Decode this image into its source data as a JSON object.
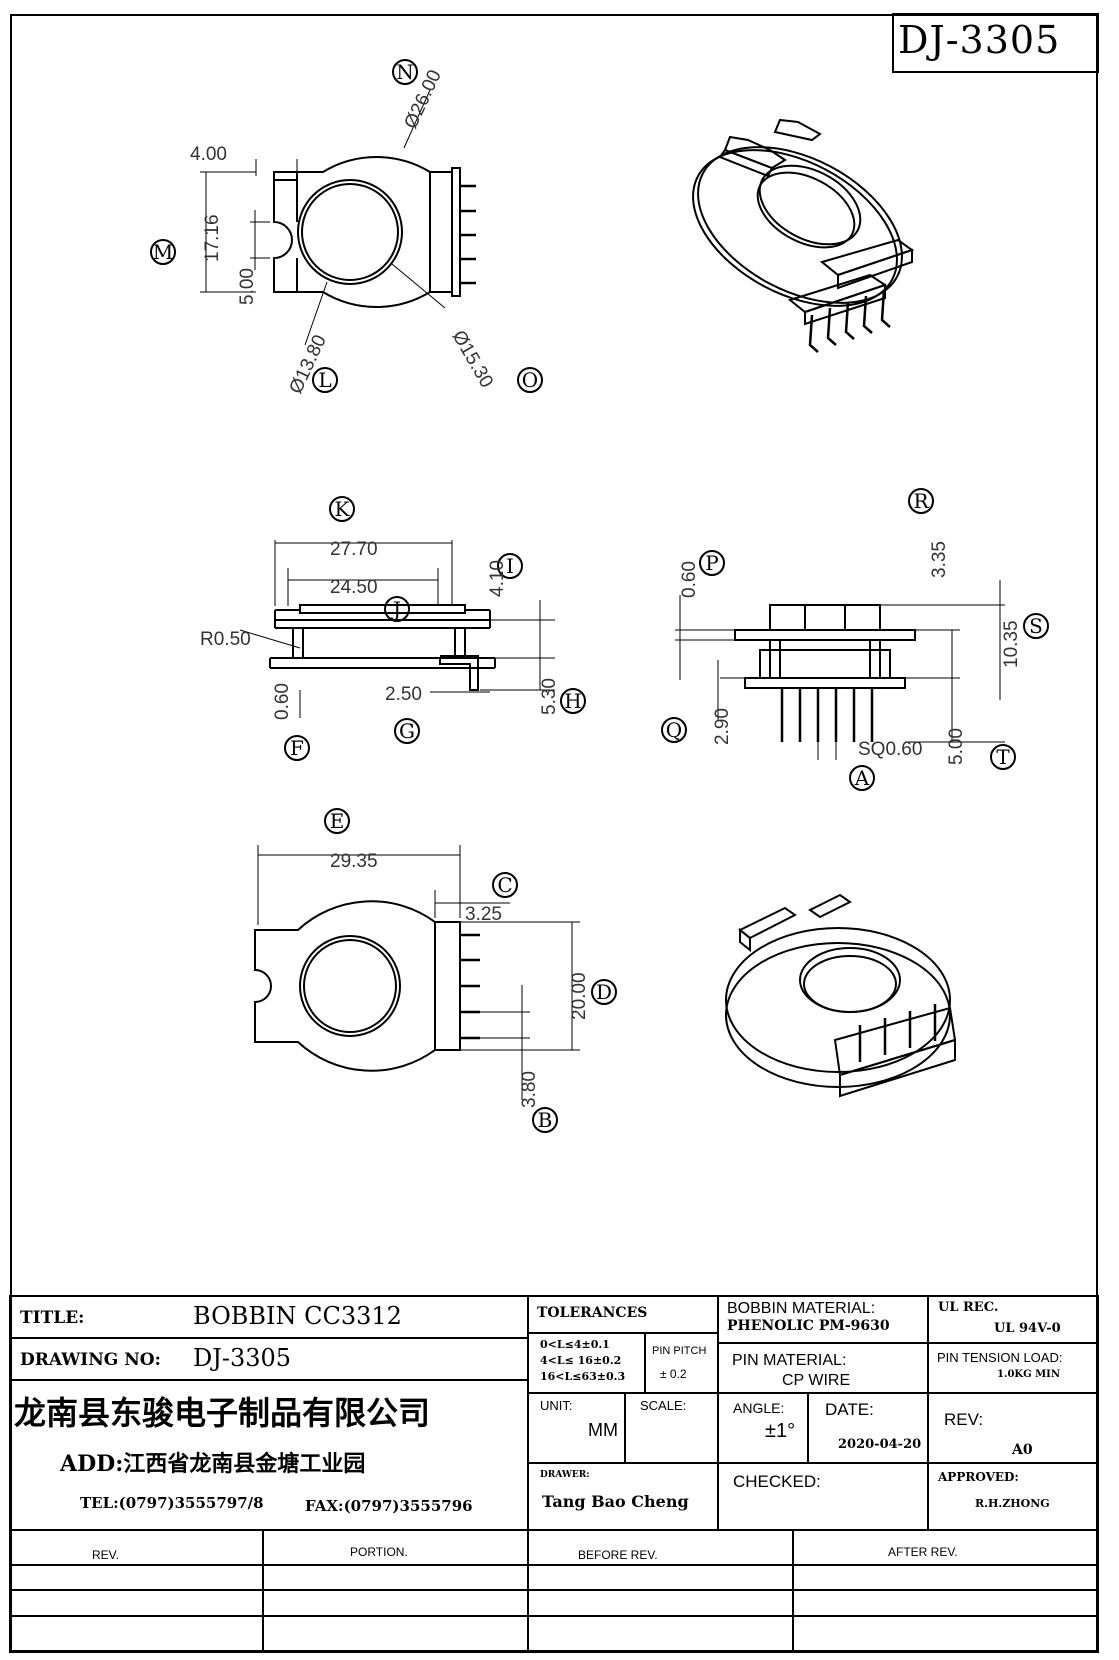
{
  "drawing_no_box": "DJ-3305",
  "dimensions": {
    "n_dia": "Ø26.00",
    "l_dia": "Ø13.80",
    "o_dia": "Ø15.30",
    "m_top": "4.00",
    "m_height": "17.16",
    "m_slot": "5.00",
    "k_outer": "27.70",
    "k_inner": "24.50",
    "radius": "R0.50",
    "i_height": "4.10",
    "h_height": "5.30",
    "g_pin": "2.50",
    "f_thick": "0.60",
    "p_thick": "0.60",
    "r_top": "3.35",
    "s_height": "10.35",
    "q_pin": "2.90",
    "a_sq": "SQ0.60",
    "t_pin": "5.00",
    "e_width": "29.35",
    "c_width": "3.25",
    "d_height": "20.00",
    "b_pitch": "3.80"
  },
  "callouts": [
    "N",
    "M",
    "L",
    "O",
    "K",
    "I",
    "J",
    "H",
    "G",
    "F",
    "R",
    "P",
    "S",
    "Q",
    "A",
    "T",
    "E",
    "C",
    "D",
    "B"
  ],
  "title_block": {
    "title_label": "TITLE:",
    "title_value": "BOBBIN CC3312",
    "drawing_no_label": "DRAWING NO:",
    "drawing_no_value": "DJ-3305",
    "company": "龙南县东骏电子制品有限公司",
    "address": "ADD:江西省龙南县金塘工业园",
    "tel": "TEL:(0797)3555797/8",
    "fax": "FAX:(0797)3555796",
    "tolerances_label": "TOLERANCES",
    "tol_1": "0<L≤4±0.1",
    "tol_2": "4<L≤  16±0.2",
    "tol_3": "16<L≤63±0.3",
    "pin_pitch_label": "PIN PITCH",
    "pin_pitch_value": "± 0.2",
    "unit_label": "UNIT:",
    "unit_value": "MM",
    "scale_label": "SCALE:",
    "drawer_label": "DRAWER:",
    "drawer_value": "Tang Bao Cheng",
    "bobbin_material_label": "BOBBIN MATERIAL:",
    "bobbin_material_value": "PHENOLIC  PM-9630",
    "pin_material_label": "PIN MATERIAL:",
    "pin_material_value": "CP WIRE",
    "angle_label": "ANGLE:",
    "angle_value": "±1°",
    "date_label": "DATE:",
    "date_value": "2020-04-20",
    "checked_label": "CHECKED:",
    "ul_label": "UL REC.",
    "ul_value": "UL  94V-0",
    "pin_tension_label": "PIN TENSION LOAD:",
    "pin_tension_value": "1.0KG MIN",
    "rev_label": "REV:",
    "rev_value": "A0",
    "approved_label": "APPROVED:",
    "approved_value": "R.H.ZHONG"
  },
  "revision_table": {
    "headers": [
      "REV.",
      "PORTION.",
      "BEFORE REV.",
      "AFTER REV."
    ]
  }
}
